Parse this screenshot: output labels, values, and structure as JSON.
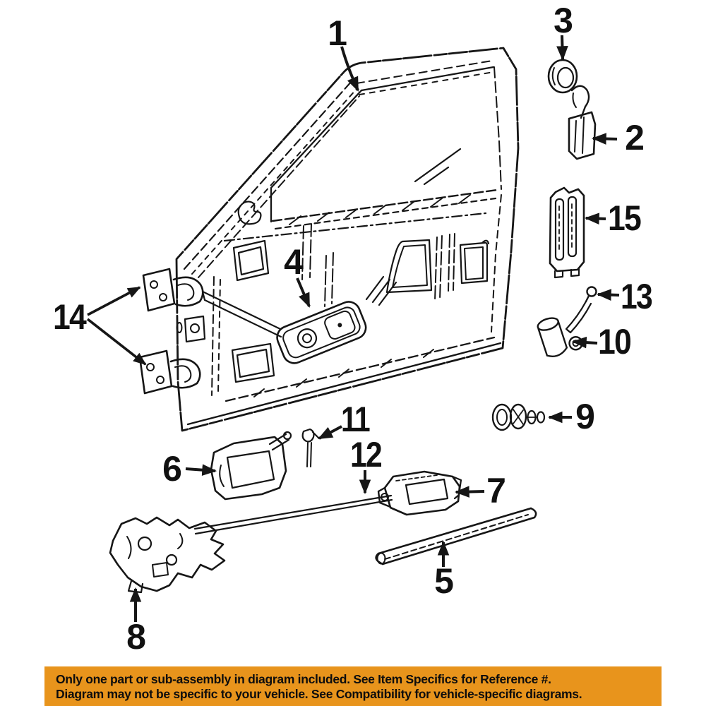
{
  "diagram": {
    "description": "Exploded parts diagram of a vehicle front door assembly",
    "callouts": [
      "1",
      "2",
      "3",
      "4",
      "5",
      "6",
      "7",
      "8",
      "9",
      "10",
      "11",
      "12",
      "13",
      "14",
      "15"
    ],
    "colors": {
      "banner_background": "#E8941C",
      "line_ink": "#161616",
      "page_background": "#FFFFFF"
    }
  },
  "footer": {
    "line1": "Only one part or sub-assembly in diagram included. See Item Specifics for Reference #.",
    "line2": "Diagram may not be specific to your vehicle. See Compatibility for vehicle-specific diagrams."
  }
}
